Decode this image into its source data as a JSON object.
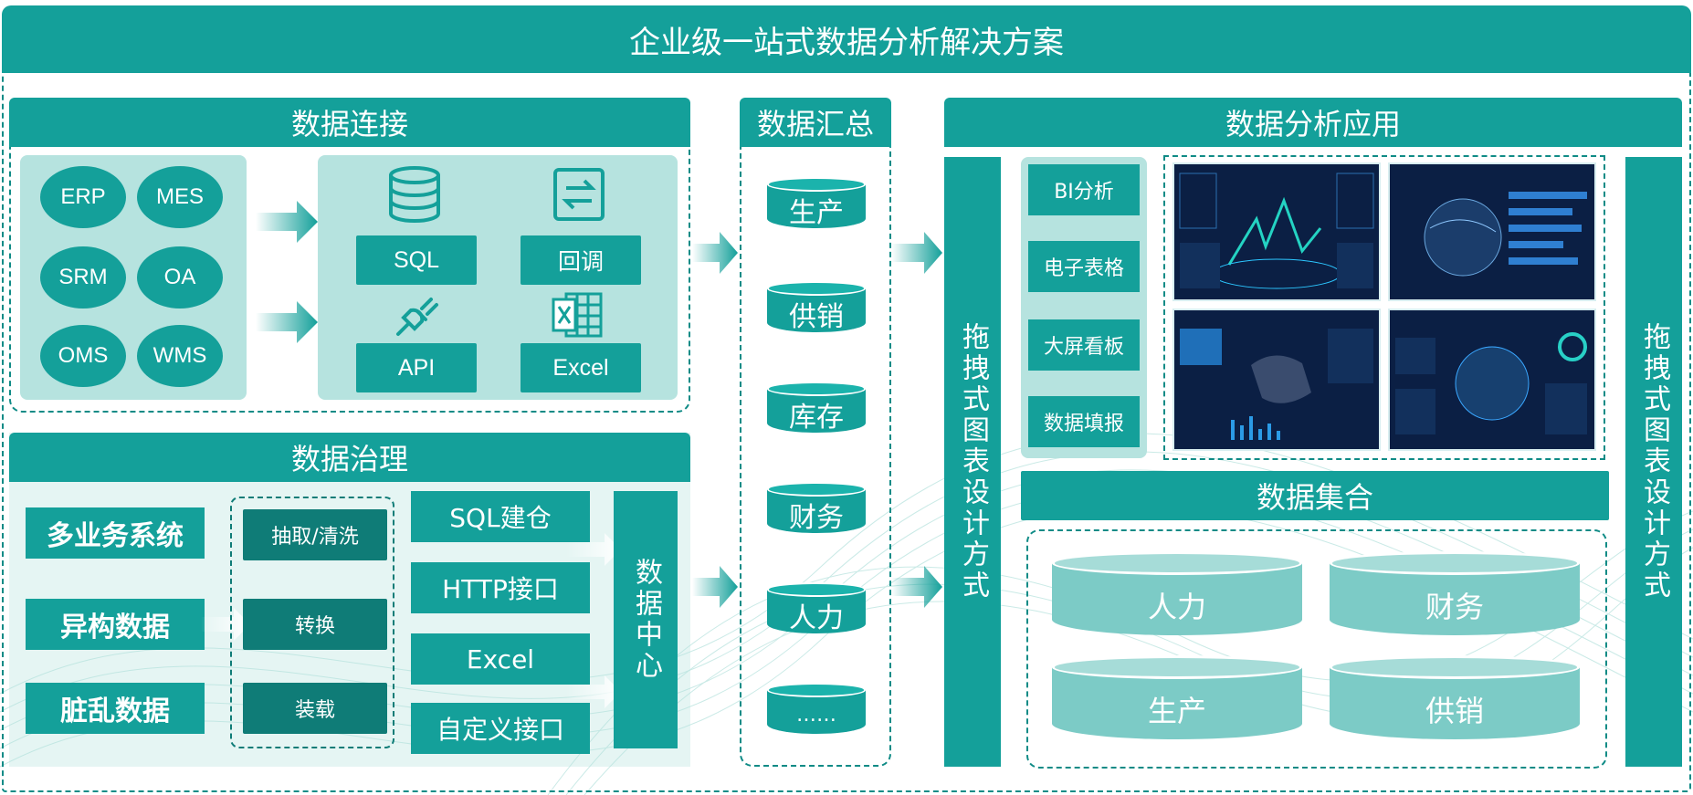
{
  "title": "企业级一站式数据分析解决方案",
  "connect": {
    "header": "数据连接",
    "systems": [
      "ERP",
      "MES",
      "SRM",
      "OA",
      "OMS",
      "WMS"
    ],
    "methods": [
      "SQL",
      "回调",
      "API",
      "Excel"
    ]
  },
  "governance": {
    "header": "数据治理",
    "sources": [
      "多业务系统",
      "异构数据",
      "脏乱数据"
    ],
    "steps": [
      "抽取/清洗",
      "转换",
      "装载"
    ],
    "methods": [
      "SQL建仓",
      "HTTP接口",
      "Excel",
      "自定义接口"
    ],
    "center": "数据中心"
  },
  "summary": {
    "header": "数据汇总",
    "items": [
      "生产",
      "供销",
      "库存",
      "财务",
      "人力",
      "……"
    ]
  },
  "analysis": {
    "header": "数据分析应用",
    "side_left": "拖拽式图表设计方式",
    "side_right": "拖拽式图表设计方式",
    "apps": [
      "BI分析",
      "电子表格",
      "大屏看板",
      "数据填报"
    ],
    "collection_header": "数据集合",
    "collection": [
      "人力",
      "财务",
      "生产",
      "供销"
    ]
  },
  "colors": {
    "accent": "#14a09a",
    "dark": "#0f8b86",
    "light": "#b6e3df"
  },
  "icons": [
    "database-icon",
    "callback-icon",
    "plug-icon",
    "excel-icon",
    "arrow-right-icon"
  ]
}
